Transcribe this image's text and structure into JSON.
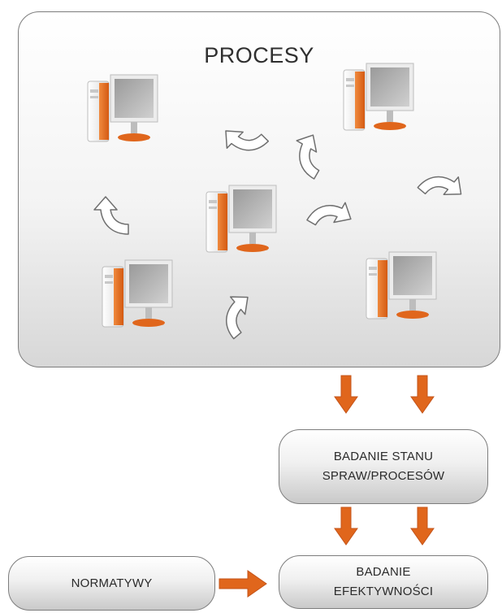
{
  "panel": {
    "title": "PROCESY"
  },
  "boxes": {
    "state": {
      "line1": "BADANIE STANU",
      "line2": "SPRAW/PROCESÓW"
    },
    "efficiency": {
      "line1": "BADANIE",
      "line2": "EFEKTYWNOŚCI"
    },
    "norms": {
      "label": "NORMATYWY"
    }
  },
  "colors": {
    "accent": "#e0661c",
    "arrow_white": "#ffffff",
    "panel_border": "#7d7d7d"
  },
  "icons": [
    "computer-icon",
    "curved-arrow-icon",
    "down-arrow-icon",
    "right-arrow-icon"
  ]
}
